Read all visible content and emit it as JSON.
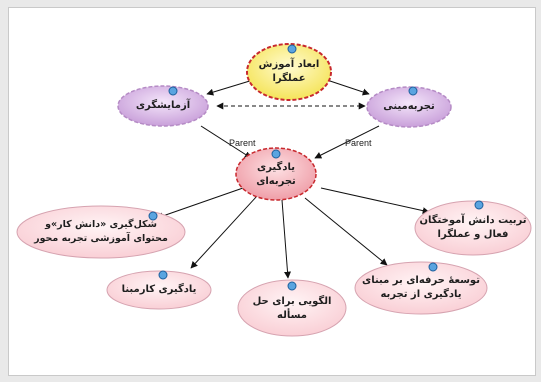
{
  "nodes": {
    "top": {
      "text": "ابعاد آموزش\nعملگرا"
    },
    "left": {
      "text": "آزمایشگری"
    },
    "right": {
      "text": "تجربه‌مینی"
    },
    "center": {
      "text": "یادگیری\nتجربه‌ای"
    },
    "c1": {
      "text": "شکل‌گیری «دانش کار»و\nمحتوای آموزشی تجربه محور"
    },
    "c2": {
      "text": "یادگیری کارمبنا"
    },
    "c3": {
      "text": "الگویی برای حل\nمسأله"
    },
    "c4": {
      "text": "توسعهٔ حرفه‌ای بر مبنای\nیادگیری از تجربه"
    },
    "c5": {
      "text": "تربیت دانش آموختگان\nفعال و عملگرا"
    }
  },
  "edges": {
    "left_parent": "Parent",
    "right_parent": "Parent"
  },
  "colors": {
    "top_fill": "#fff389",
    "top_stroke": "#c8292e",
    "side_fill": "#d9b8e6",
    "center_fill": "#f6b6bd",
    "child_fill": "#fde1e4",
    "child_stroke": "#d6a3b0",
    "dot": "#5aa4e0"
  }
}
